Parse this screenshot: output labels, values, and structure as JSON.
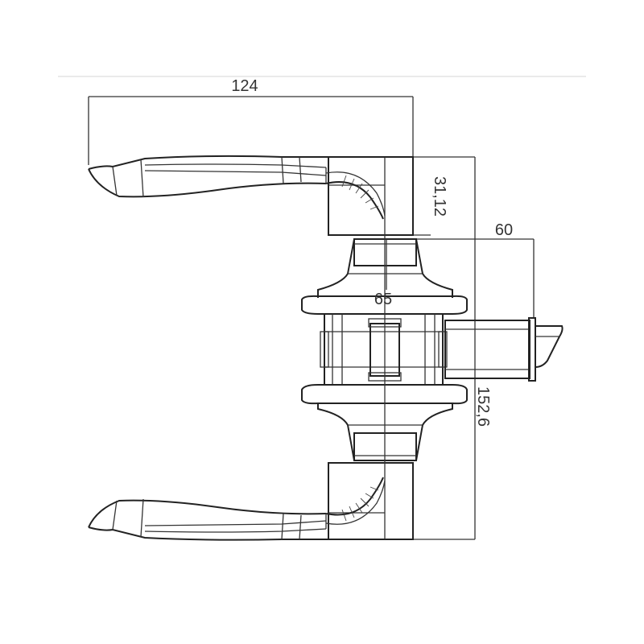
{
  "dimensions": {
    "lever_length": "124",
    "rose_height": "31,12",
    "backset": "60",
    "body_width": "65",
    "overall_height": "152,6"
  },
  "colors": {
    "line": "#333333",
    "background": "#ffffff",
    "separator": "#dddddd"
  }
}
